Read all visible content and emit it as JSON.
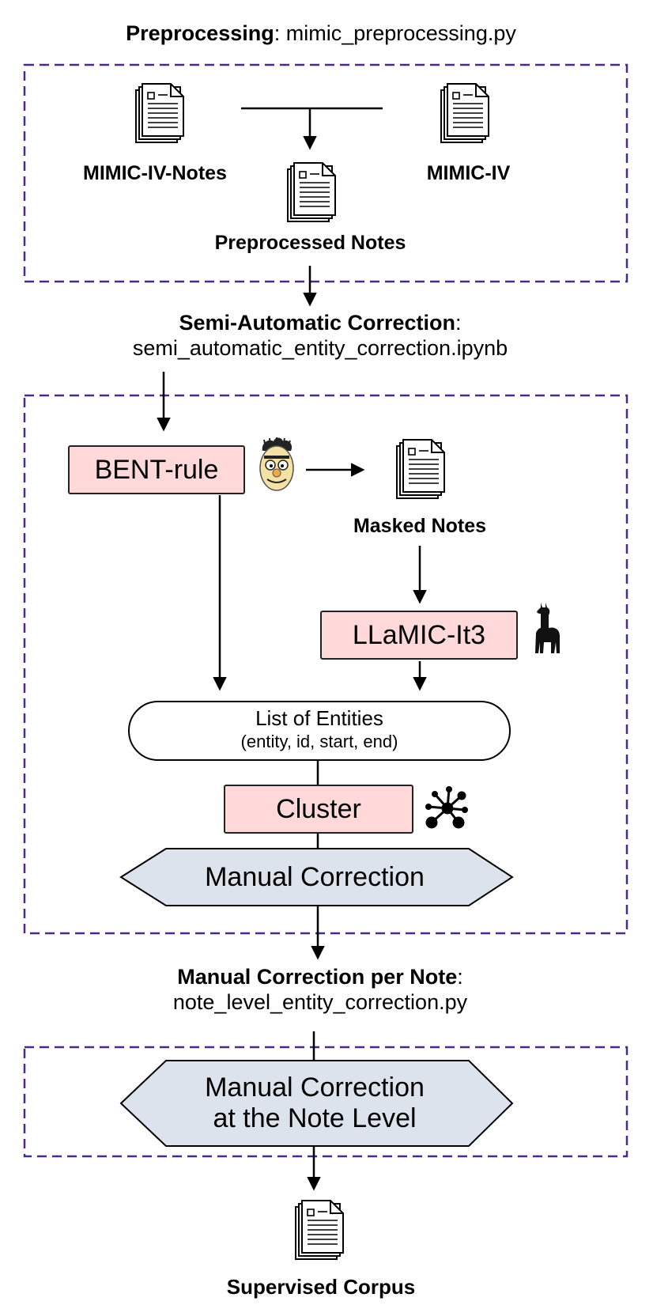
{
  "preprocessing": {
    "heading_bold": "Preprocessing",
    "heading_sep": ":",
    "heading_file": "mimic_preprocessing.py",
    "doc_left": "MIMIC-IV-Notes",
    "doc_right": "MIMIC-IV",
    "doc_center": "Preprocessed Notes"
  },
  "semi_auto": {
    "heading_bold": "Semi-Automatic Correction",
    "heading_sep": ":",
    "heading_file": "semi_automatic_entity_correction.ipynb",
    "bent_rule": "BENT-rule",
    "masked_notes": "Masked Notes",
    "llamic": "LLaMIC-It3",
    "entities_title": "List of Entities",
    "entities_sub": "(entity, id, start, end)",
    "cluster": "Cluster",
    "manual_correction": "Manual Correction"
  },
  "note_level": {
    "heading_bold": "Manual Correction per Note",
    "heading_sep": ":",
    "heading_file": "note_level_entity_correction.py",
    "manual_line1": "Manual Correction",
    "manual_line2": "at the Note Level"
  },
  "output": {
    "label": "Supervised Corpus"
  },
  "colors": {
    "dash_border": "#4b2a87",
    "process_fill": "#ffd9d9",
    "manual_fill": "#dde3ec",
    "stroke": "#000000"
  },
  "icons": [
    "document-icon",
    "bert-face-icon",
    "llama-icon",
    "cluster-graph-icon"
  ]
}
